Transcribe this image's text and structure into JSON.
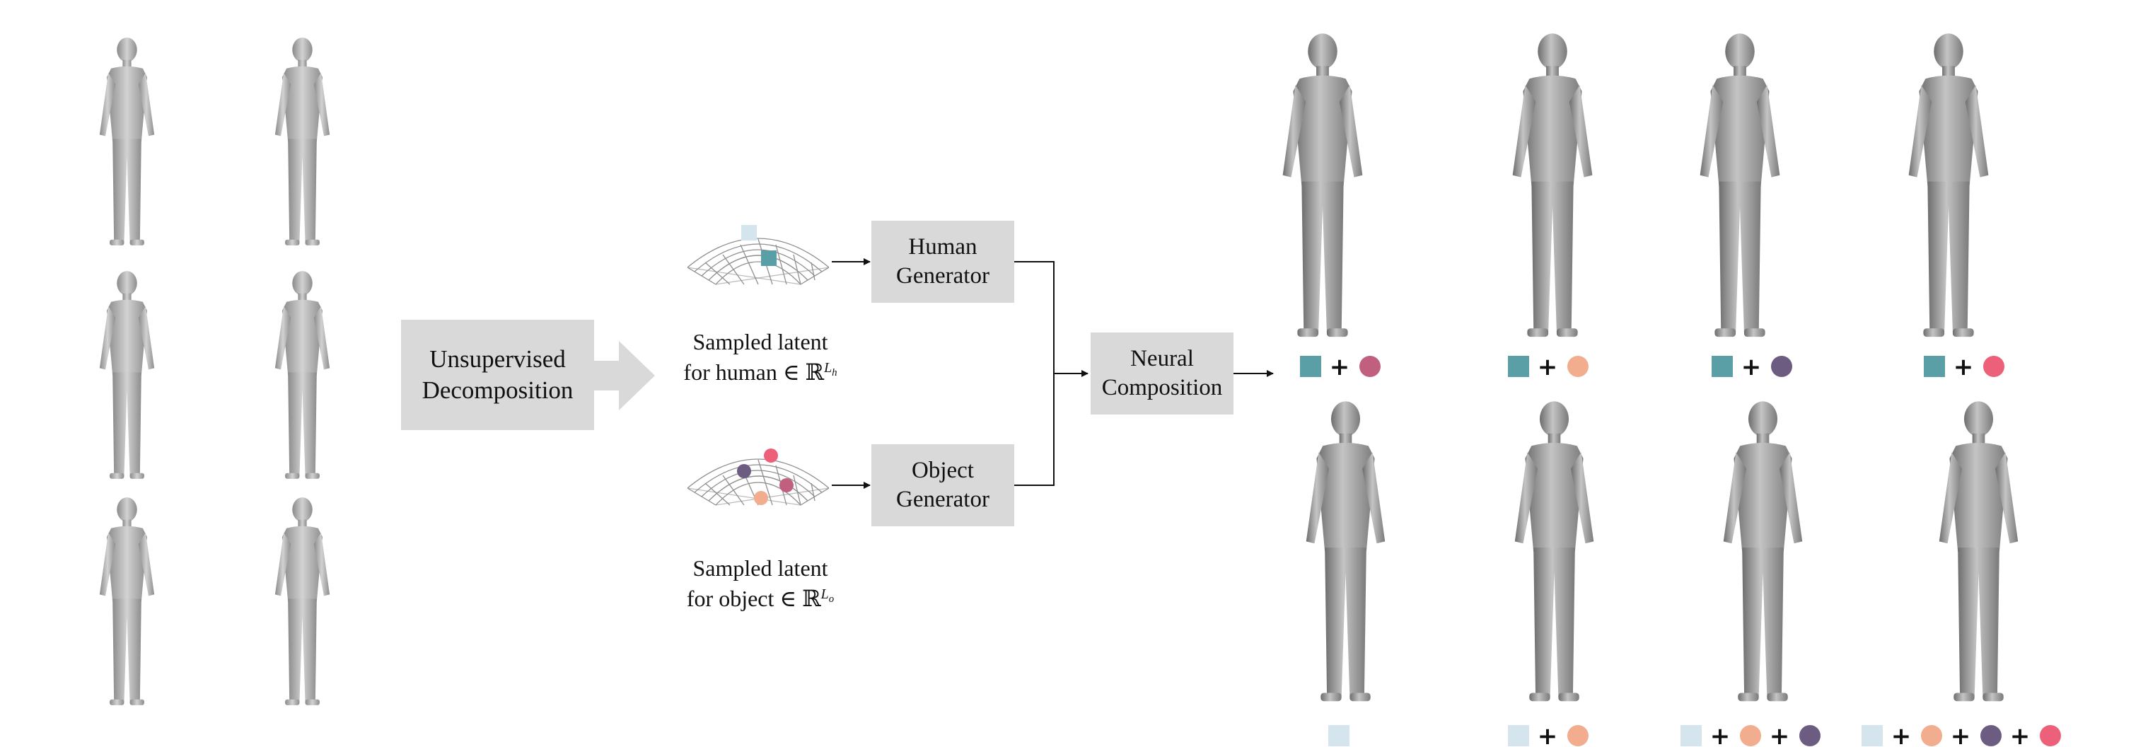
{
  "boxes": {
    "unsupervised": [
      "Unsupervised",
      "Decomposition"
    ],
    "human_generator": [
      "Human",
      "Generator"
    ],
    "object_generator": [
      "Object",
      "Generator"
    ],
    "neural_composition": [
      "Neural",
      "Composition"
    ]
  },
  "captions": {
    "human": {
      "line1": "Sampled latent",
      "line2_prefix": "for human ∈ ℝ",
      "sup_base": "L",
      "sup_sub": "h"
    },
    "object": {
      "line1": "Sampled latent",
      "line2_prefix": "for object ∈ ℝ",
      "sup_base": "L",
      "sup_sub": "o"
    }
  },
  "plus_sign": "+",
  "colors": {
    "teal": "#5a9fa5",
    "light_blue": "#d4e5ee",
    "mauve": "#c0607e",
    "peach": "#f2ac8e",
    "purple": "#6c5c82",
    "pink": "#ec6079",
    "box_gray": "#d9d9d9",
    "mesh_gray": "#8f8f8f"
  },
  "legend_rows": {
    "top": [
      [
        "teal-square",
        "plus",
        "mauve-circle"
      ],
      [
        "teal-square",
        "plus",
        "peach-circle"
      ],
      [
        "teal-square",
        "plus",
        "purple-circle"
      ],
      [
        "teal-square",
        "plus",
        "pink-circle"
      ]
    ],
    "bottom": [
      [
        "lightblue-square"
      ],
      [
        "lightblue-square",
        "plus",
        "peach-circle"
      ],
      [
        "lightblue-square",
        "plus",
        "peach-circle",
        "plus",
        "purple-circle"
      ],
      [
        "lightblue-square",
        "plus",
        "peach-circle",
        "plus",
        "purple-circle",
        "plus",
        "pink-circle"
      ]
    ]
  }
}
